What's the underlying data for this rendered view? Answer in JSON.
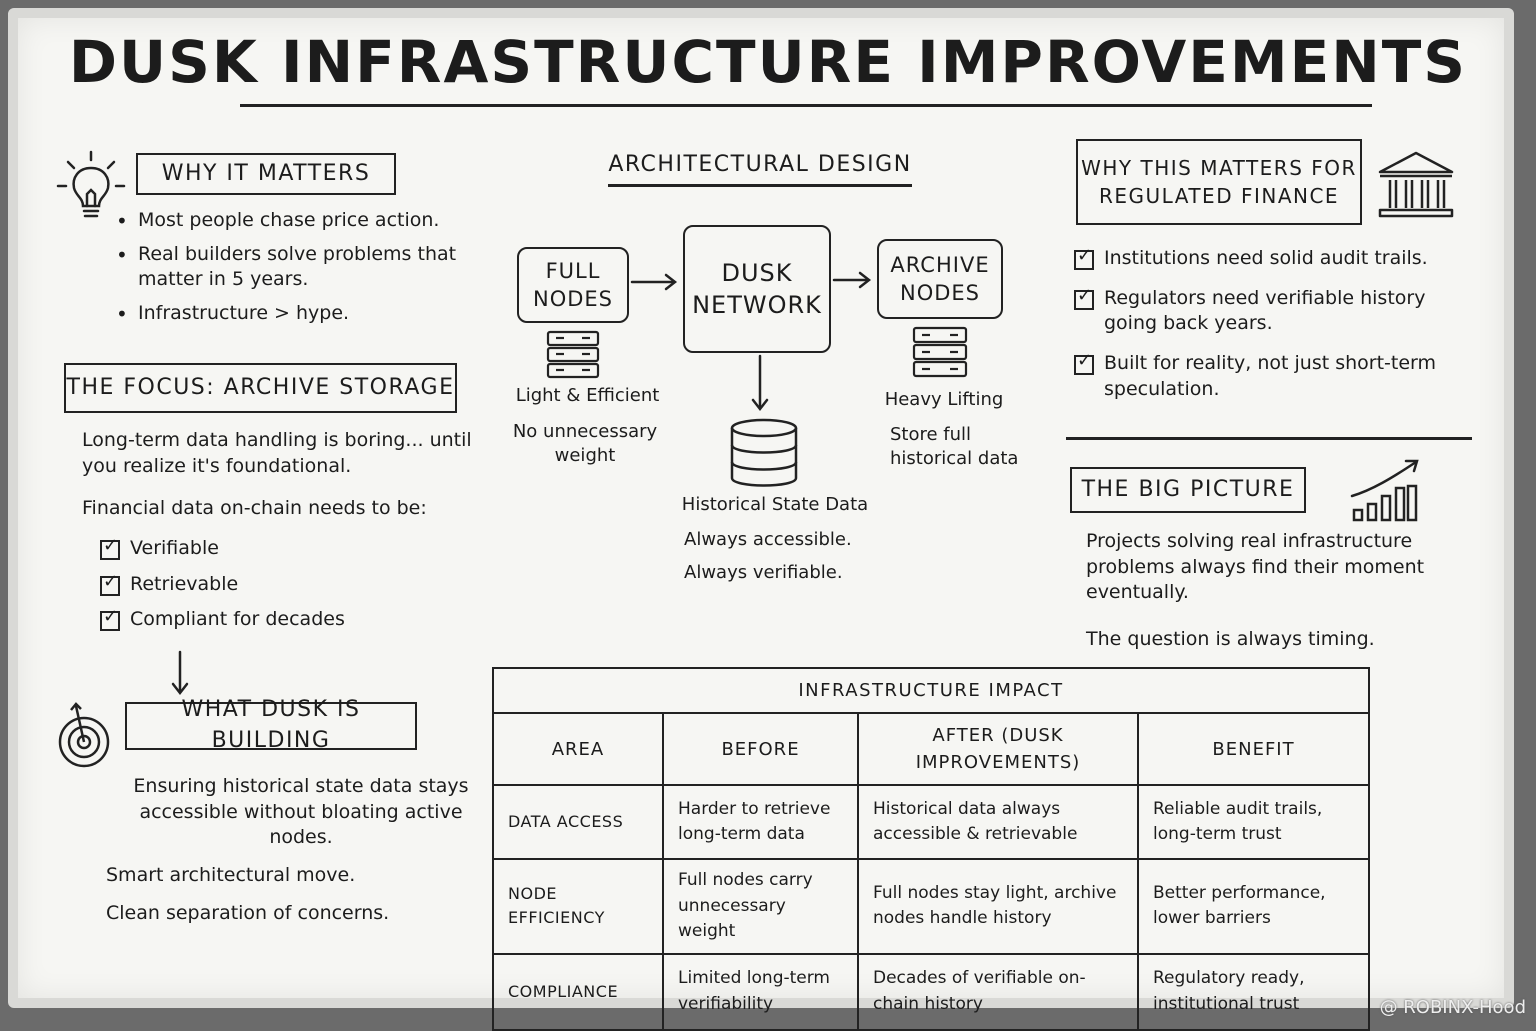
{
  "title": "DUSK INFRASTRUCTURE IMPROVEMENTS",
  "why_it_matters": {
    "heading": "WHY IT MATTERS",
    "icon": "lightbulb-icon",
    "bullets": [
      "Most people chase price action.",
      "Real builders solve problems that matter in 5 years.",
      "Infrastructure > hype."
    ]
  },
  "focus": {
    "heading": "THE FOCUS: ARCHIVE STORAGE",
    "line1": "Long-term data handling is boring... until you realize it's foundational.",
    "line2": "Financial data on-chain needs to be:",
    "checks": [
      "Verifiable",
      "Retrievable",
      "Compliant for decades"
    ]
  },
  "building": {
    "heading": "WHAT DUSK IS BUILDING",
    "icon": "target-icon",
    "lines": [
      "Ensuring historical state data stays accessible without bloating active nodes.",
      "Smart architectural move.",
      "Clean separation of concerns."
    ]
  },
  "architecture": {
    "heading": "ARCHITECTURAL DESIGN",
    "full_nodes": "FULL NODES",
    "full_nodes_caption1": "Light & Efficient",
    "full_nodes_caption2": "No unnecessary weight",
    "dusk_network": "DUSK NETWORK",
    "archive_nodes": "ARCHIVE NODES",
    "archive_caption1": "Heavy Lifting",
    "archive_caption2": "Store full historical data",
    "db_label": "Historical State Data",
    "db_line1": "Always accessible.",
    "db_line2": "Always verifiable."
  },
  "regulated": {
    "heading": "WHY THIS MATTERS FOR REGULATED FINANCE",
    "icon": "bank-icon",
    "checks": [
      "Institutions need solid audit trails.",
      "Regulators need verifiable history going back years.",
      "Built for reality, not just short-term speculation."
    ]
  },
  "big_picture": {
    "heading": "THE BIG PICTURE",
    "icon": "growth-chart-icon",
    "line1": "Projects solving real infrastructure problems always find their moment eventually.",
    "line2": "The question is always timing."
  },
  "impact_table": {
    "caption": "INFRASTRUCTURE IMPACT",
    "headers": [
      "AREA",
      "BEFORE",
      "AFTER (DUSK IMPROVEMENTS)",
      "BENEFIT"
    ],
    "rows": [
      [
        "DATA ACCESS",
        "Harder to retrieve long-term data",
        "Historical data always accessible & retrievable",
        "Reliable audit trails, long-term trust"
      ],
      [
        "NODE EFFICIENCY",
        "Full nodes carry unnecessary weight",
        "Full nodes stay light, archive nodes handle history",
        "Better performance, lower barriers"
      ],
      [
        "COMPLIANCE",
        "Limited long-term verifiability",
        "Decades of verifiable on-chain history",
        "Regulatory ready, institutional trust"
      ]
    ]
  },
  "watermark": "@ ROBINX-Hood"
}
